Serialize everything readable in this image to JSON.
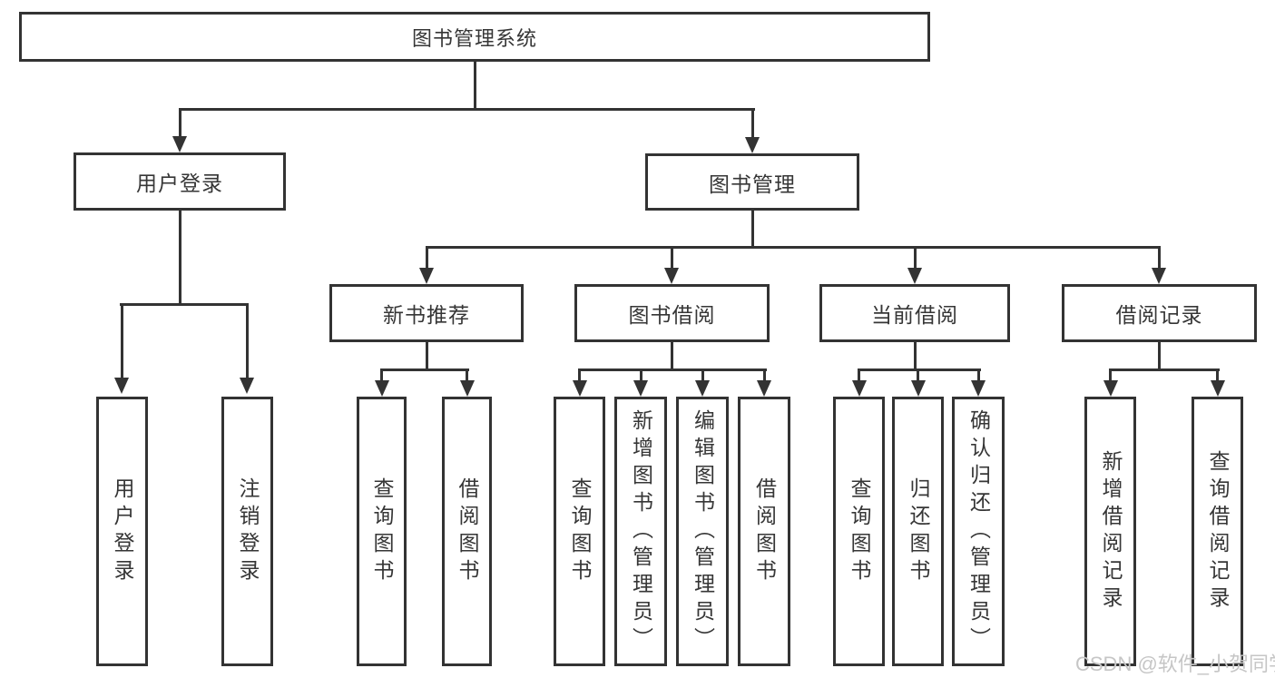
{
  "diagram": {
    "type": "hierarchy-tree",
    "colors": {
      "line": "#333333",
      "box_border": "#333333",
      "box_fill": "#ffffff",
      "text": "#363636",
      "watermark": "#c6c6c6"
    },
    "root": {
      "label": "图书管理系统"
    },
    "level2": [
      {
        "label": "用户登录"
      },
      {
        "label": "图书管理"
      }
    ],
    "level3": [
      {
        "label": "新书推荐"
      },
      {
        "label": "图书借阅"
      },
      {
        "label": "当前借阅"
      },
      {
        "label": "借阅记录"
      }
    ],
    "leaves": {
      "user_login": [
        {
          "label": "用户登录"
        },
        {
          "label": "注销登录"
        }
      ],
      "new_book": [
        {
          "label": "查询图书"
        },
        {
          "label": "借阅图书"
        }
      ],
      "book_borrow": [
        {
          "label": "查询图书"
        },
        {
          "label": "新增图书（管理员）"
        },
        {
          "label": "编辑图书（管理员）"
        },
        {
          "label": "借阅图书"
        }
      ],
      "current_borrow": [
        {
          "label": "查询图书"
        },
        {
          "label": "归还图书"
        },
        {
          "label": "确认归还（管理员）"
        }
      ],
      "borrow_record": [
        {
          "label": "新增借阅记录"
        },
        {
          "label": "查询借阅记录"
        }
      ]
    },
    "watermark": "CSDN @软件_小贺同学"
  }
}
